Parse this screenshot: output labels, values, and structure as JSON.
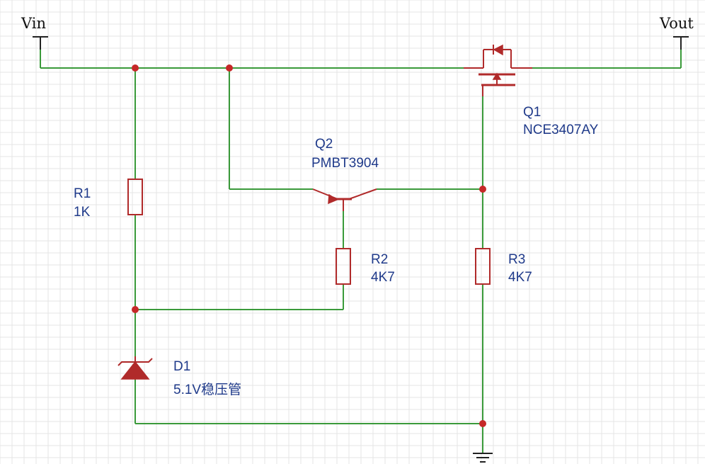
{
  "ports": {
    "vin": "Vin",
    "vout": "Vout"
  },
  "components": {
    "r1": {
      "ref": "R1",
      "value": "1K"
    },
    "r2": {
      "ref": "R2",
      "value": "4K7"
    },
    "r3": {
      "ref": "R3",
      "value": "4K7"
    },
    "q1": {
      "ref": "Q1",
      "value": "NCE3407AY"
    },
    "q2": {
      "ref": "Q2",
      "value": "PMBT3904"
    },
    "d1": {
      "ref": "D1",
      "value": "5.1V稳压管"
    }
  },
  "colors": {
    "wire": "#3a9a3a",
    "component": "#b02a2a",
    "label": "#1f3a8a",
    "node": "#c62828",
    "grid": "#e4e4e4"
  }
}
